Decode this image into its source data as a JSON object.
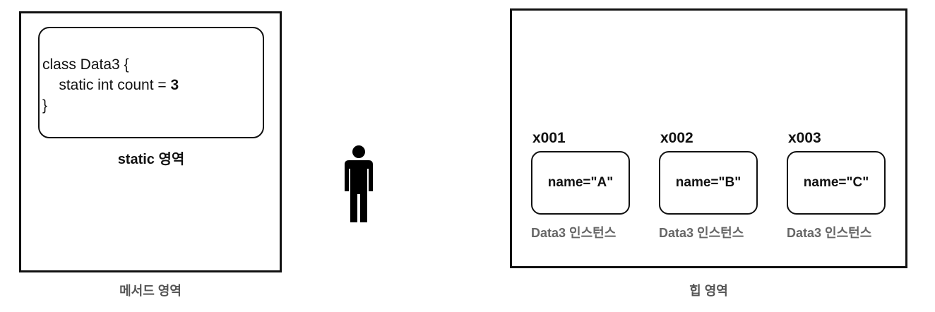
{
  "method_area": {
    "code_lines": [
      "class Data3 {",
      "    static int count = ",
      "}"
    ],
    "count_value": "3",
    "static_label": "static 영역",
    "caption": "메서드 영역"
  },
  "figure_icon": "person-icon",
  "heap_area": {
    "caption": "힙 영역",
    "instances": [
      {
        "address": "x001",
        "field": "name=\"A\"",
        "label": "Data3 인스턴스"
      },
      {
        "address": "x002",
        "field": "name=\"B\"",
        "label": "Data3 인스턴스"
      },
      {
        "address": "x003",
        "field": "name=\"C\"",
        "label": "Data3 인스턴스"
      }
    ]
  }
}
